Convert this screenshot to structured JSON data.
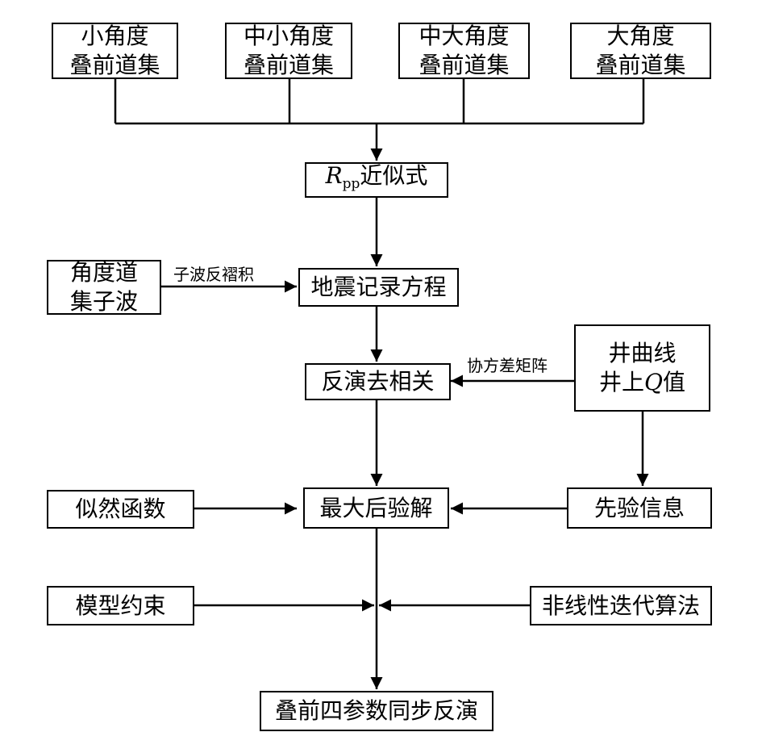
{
  "nodes": {
    "small_angle": [
      "小角度",
      "叠前道集"
    ],
    "mid_small_angle": [
      "中小角度",
      "叠前道集"
    ],
    "mid_large_angle": [
      "中大角度",
      "叠前道集"
    ],
    "large_angle": [
      "大角度",
      "叠前道集"
    ],
    "rpp": {
      "symbol": "R",
      "subscript": "pp",
      "text": "近似式"
    },
    "angle_wavelet": [
      "角度道",
      "集子波"
    ],
    "seismic_equation": "地震记录方程",
    "decorrelation": "反演去相关",
    "well_curve": {
      "line1": "井曲线",
      "line2_pre": "井上",
      "line2_symbol": "Q",
      "line2_post": "值"
    },
    "likelihood": "似然函数",
    "map_solution": "最大后验解",
    "prior": "先验信息",
    "model_constraint": "模型约束",
    "nonlinear_iteration": "非线性迭代算法",
    "final": "叠前四参数同步反演"
  },
  "edge_labels": {
    "wavelet_deconvolution": "子波反褶积",
    "covariance_matrix": "协方差矩阵"
  }
}
